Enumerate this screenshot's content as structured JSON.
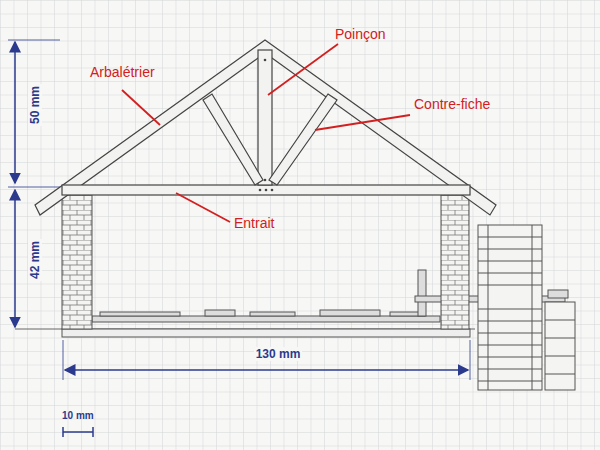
{
  "diagram": {
    "labels": [
      "Poinçon",
      "50 mm",
      "Arbalétrier",
      "Contre-fiche",
      "Entrait",
      "42 mm",
      "130 mm",
      "10 mm"
    ]
  }
}
